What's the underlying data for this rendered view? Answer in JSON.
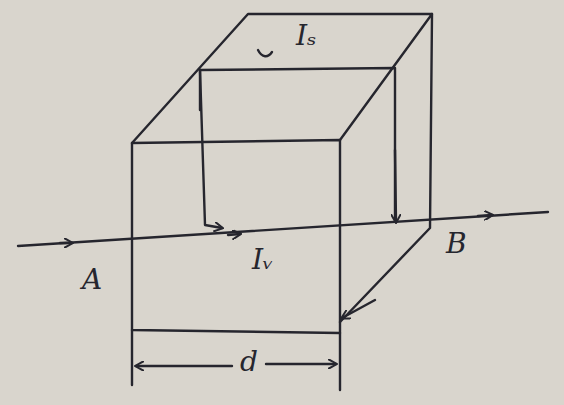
{
  "diagram": {
    "labels": [
      "Iₛ",
      "Iᵥ",
      "A",
      "B",
      "d"
    ]
  }
}
